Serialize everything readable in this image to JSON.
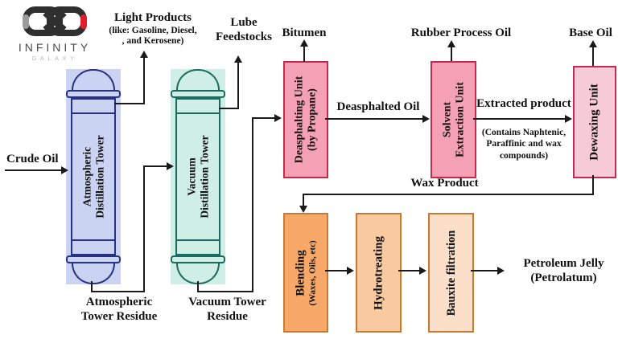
{
  "logo": {
    "brand": "INFINITY",
    "sub": "GALAXY"
  },
  "towers": {
    "atmospheric": {
      "line1": "Atmospheric",
      "line2": "Distillation Tower"
    },
    "vacuum": {
      "line1": "Vacuum",
      "line2": "Distillation Tower"
    }
  },
  "units": {
    "deasphalting": {
      "line1": "Deasphalting Unit",
      "line2": "(by Propane)"
    },
    "solvent_extraction": {
      "line1": "Solvent",
      "line2": "Extraction Unit"
    },
    "dewaxing": {
      "line1": "Dewaxing Unit"
    },
    "blending": {
      "line1": "Blending",
      "line2": "(Waxes, Oils, etc)"
    },
    "hydrotreating": {
      "line1": "Hydrotreating"
    },
    "bauxite_filtration": {
      "line1": "Bauxite filtration"
    }
  },
  "labels": {
    "crude_oil": "Crude Oil",
    "light_products_title": "Light Products",
    "light_products_sub1": "(like: Gasoline, Diesel,",
    "light_products_sub2": ", and Kerosene)",
    "lube_feedstocks_1": "Lube",
    "lube_feedstocks_2": "Feedstocks",
    "bitumen": "Bitumen",
    "rubber_process_oil": "Rubber Process Oil",
    "base_oil": "Base Oil",
    "deasphalted_oil": "Deasphalted Oil",
    "extracted_product": "Extracted product",
    "extracted_note_1": "(Contains Naphtenic,",
    "extracted_note_2": "Paraffinic and wax",
    "extracted_note_3": "compounds)",
    "wax_product": "Wax Product",
    "atmospheric_residue_1": "Atmospheric",
    "atmospheric_residue_2": "Tower Residue",
    "vacuum_residue_1": "Vacuum Tower",
    "vacuum_residue_2": "Residue",
    "petroleum_jelly_1": "Petroleum Jelly",
    "petroleum_jelly_2": "(Petrolatum)"
  },
  "palette": {
    "line": "#1a1a1a",
    "tower_atmospheric_fill": "#cbd3f3",
    "tower_atmospheric_border": "#27337f",
    "tower_vacuum_fill": "#cfeee6",
    "tower_vacuum_border": "#1c6b5e",
    "unit_pink_fill": "#f4a0b5",
    "unit_pink_light_fill": "#f6cbd7",
    "unit_pink_border": "#c5294d",
    "unit_orange_fill": "#f8a869",
    "unit_orange_mid_fill": "#f9c9a0",
    "unit_orange_light_fill": "#fbdfc8",
    "unit_orange_border": "#c97a2f",
    "logo_gray": "#9b9b9b",
    "logo_black": "#2f2f2f",
    "logo_red": "#e11b2e"
  }
}
